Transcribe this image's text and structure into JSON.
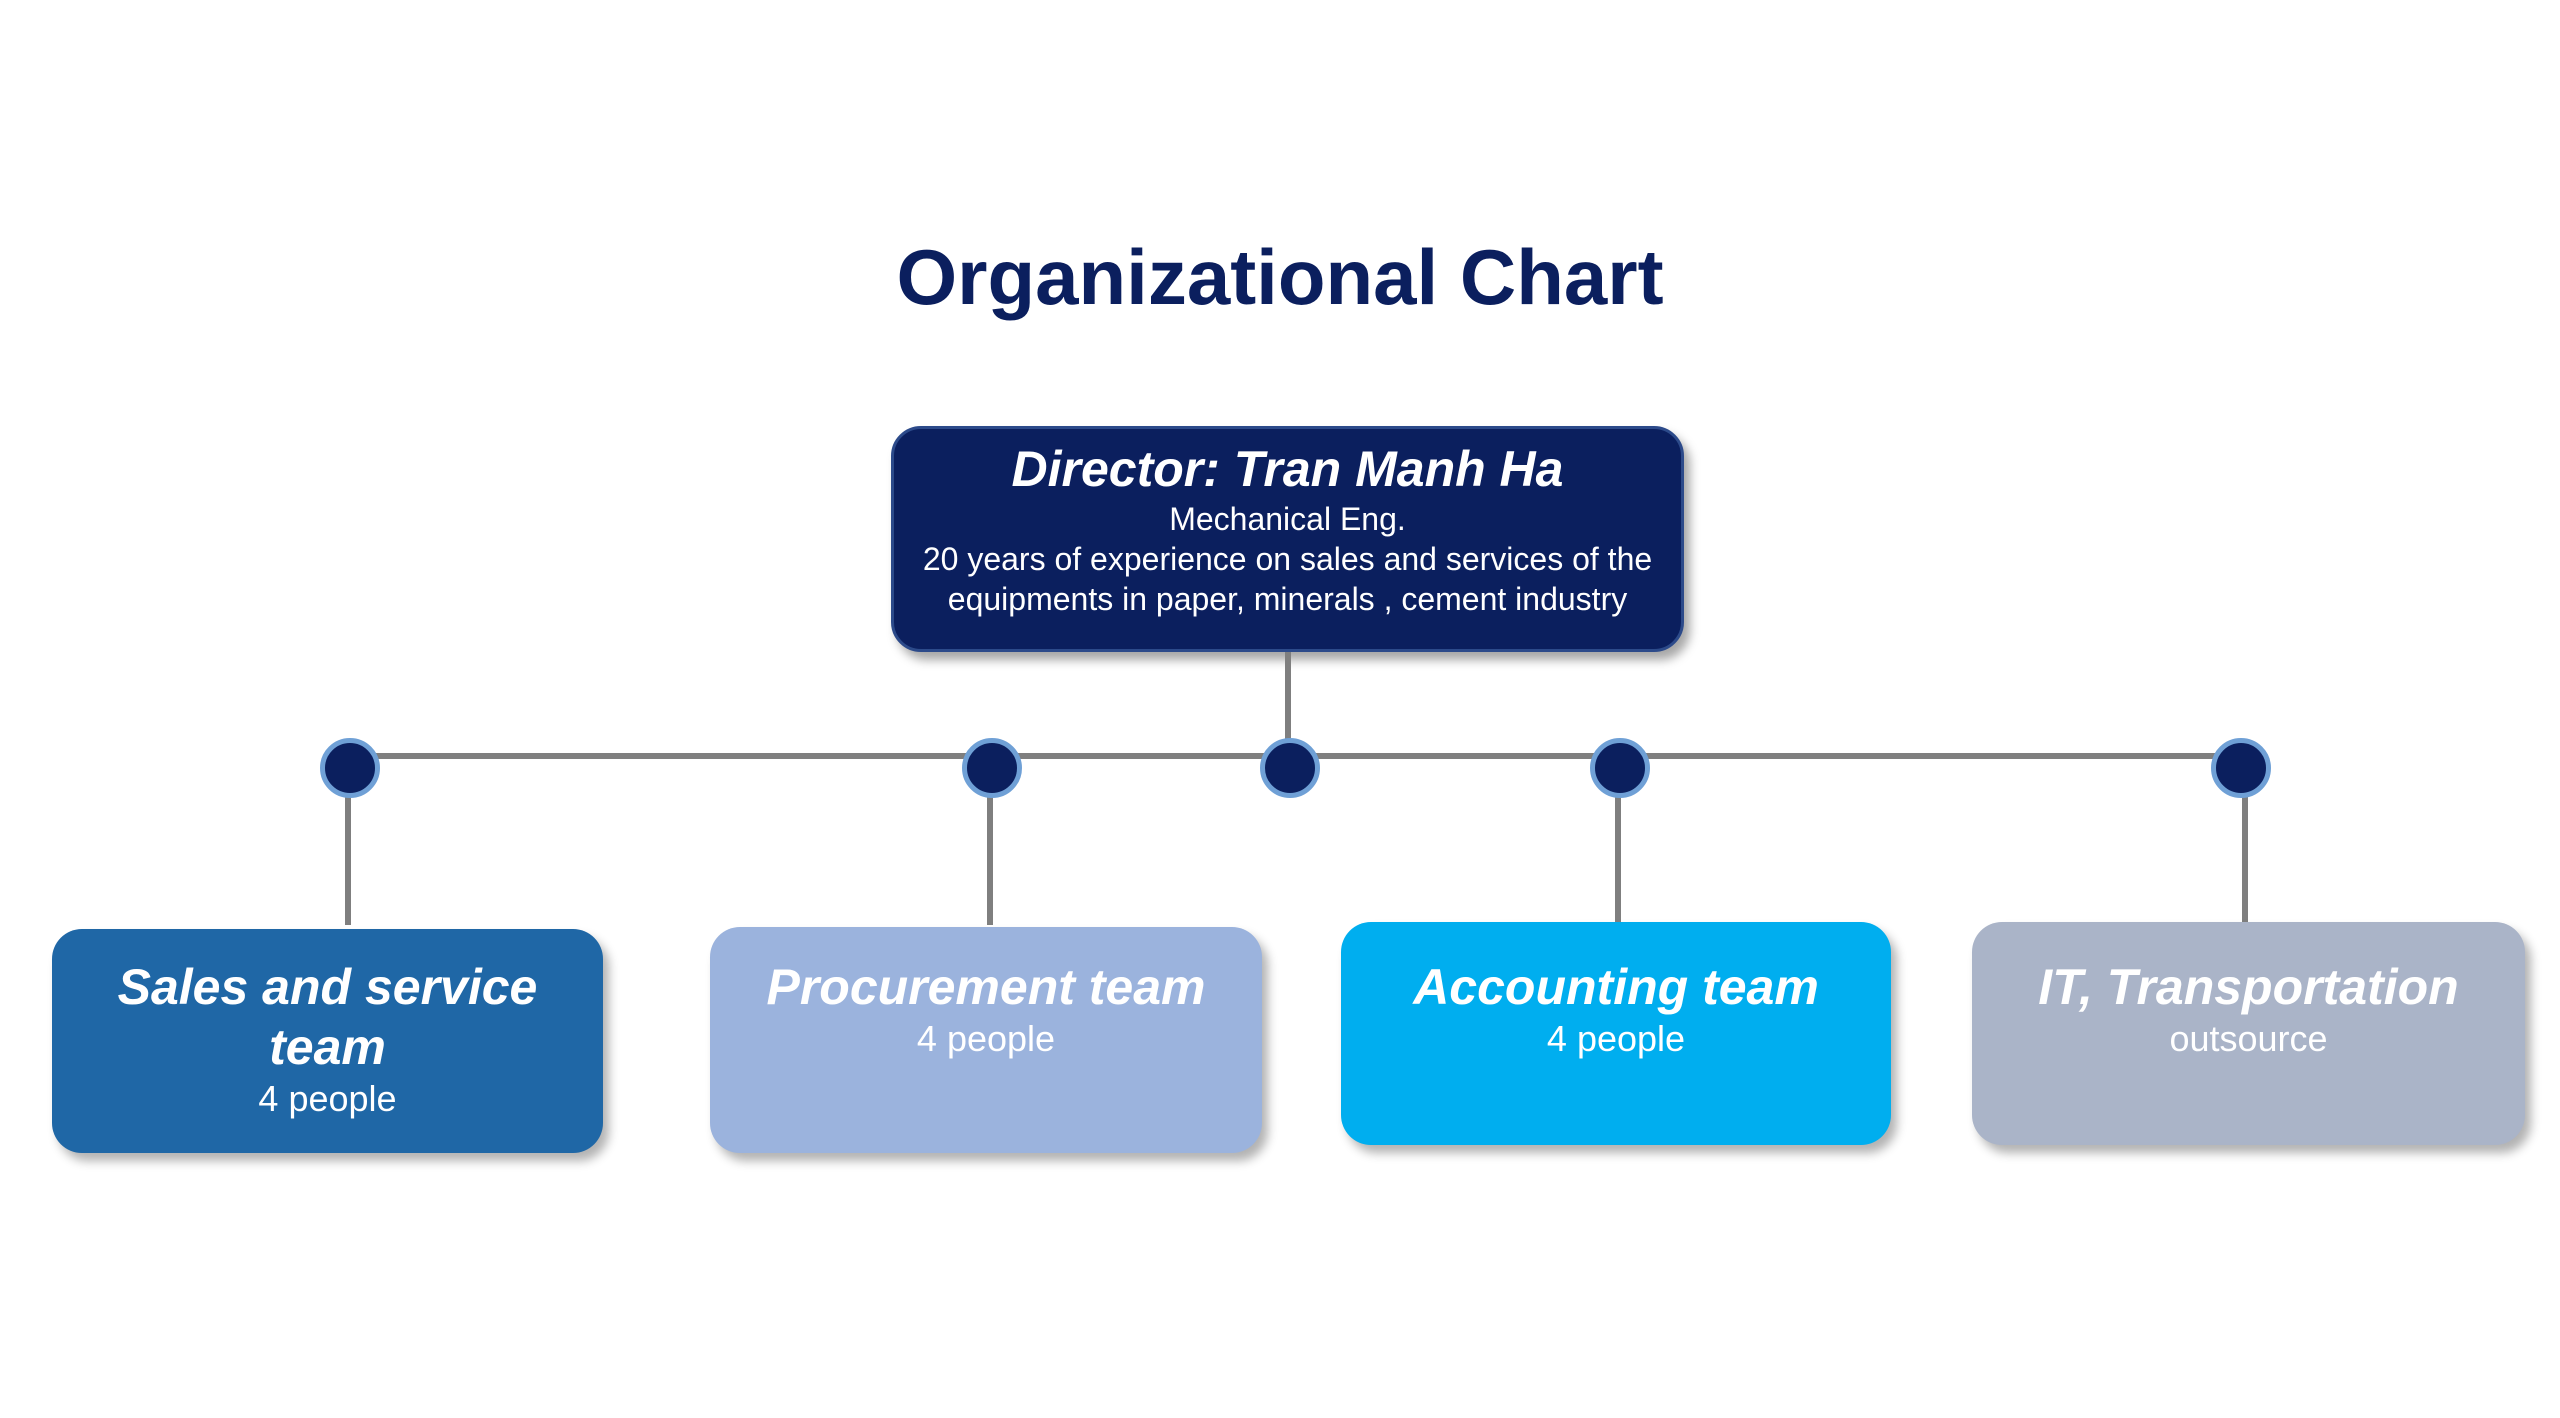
{
  "title": "Organizational Chart",
  "director": {
    "name": "Director: Tran Manh Ha",
    "degree": "Mechanical Eng.",
    "experience_line1": "20 years of experience on sales and services of the",
    "experience_line2": "equipments in paper, minerals , cement industry",
    "color": "#0b1f5e"
  },
  "teams": [
    {
      "name_line1": "Sales and service",
      "name_line2": "team",
      "sub": "4 people",
      "color": "#1f67a6"
    },
    {
      "name_line1": "Procurement team",
      "sub": "4 people",
      "color": "#9bb3dd"
    },
    {
      "name_line1": "Accounting team",
      "sub": "4 people",
      "color": "#00aeef"
    },
    {
      "name_line1": "IT, Transportation",
      "sub": "outsource",
      "color": "#aab4c8"
    }
  ],
  "connector_color": "#7f7f7f"
}
